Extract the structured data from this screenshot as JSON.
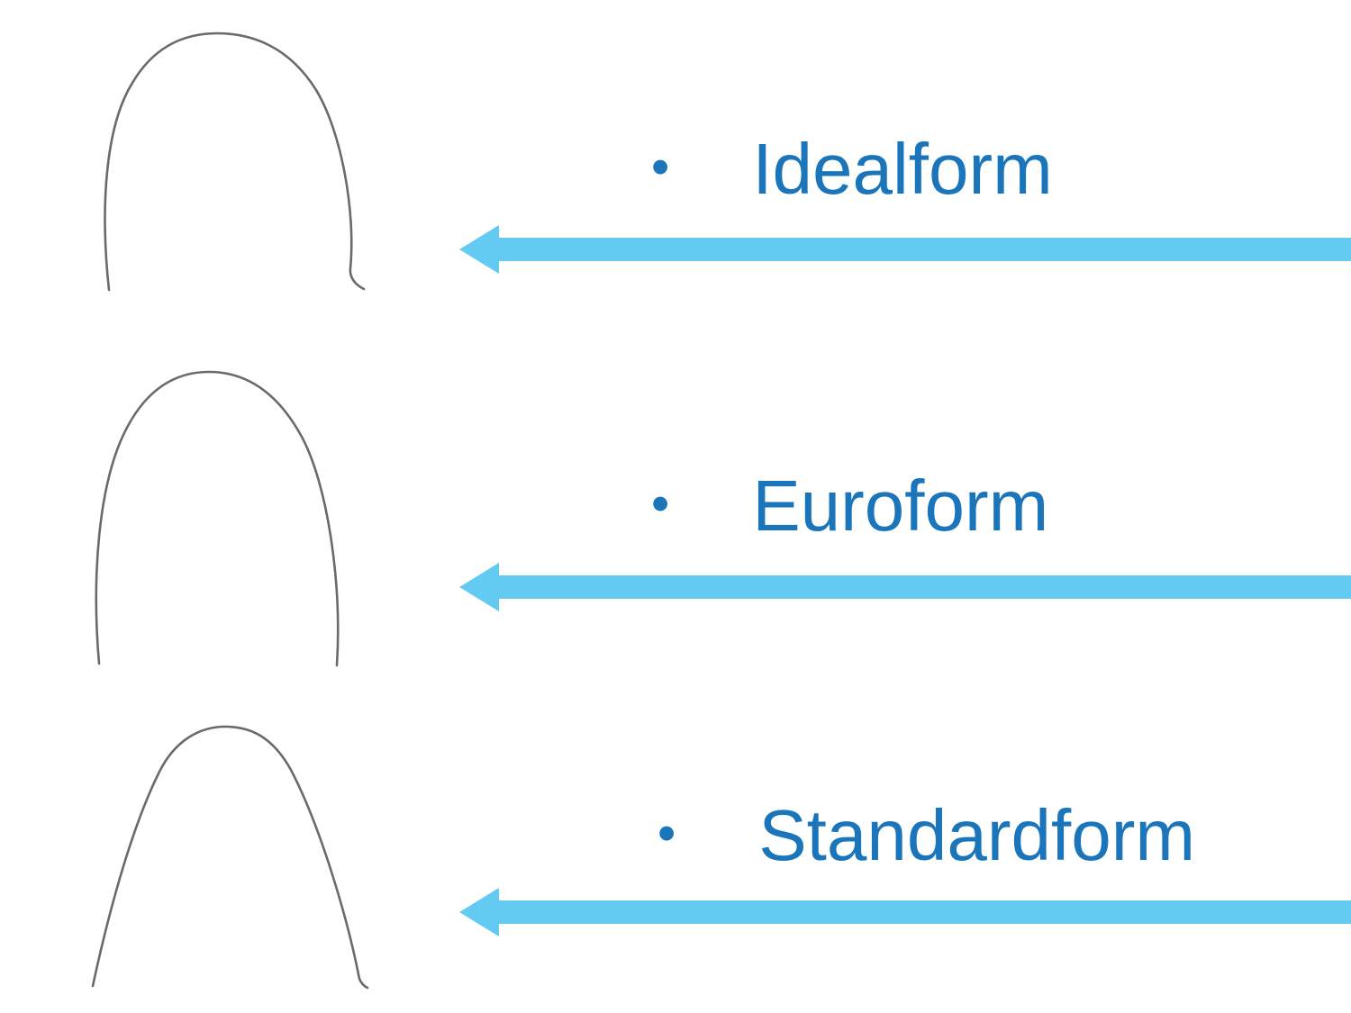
{
  "slide": {
    "items": [
      {
        "bullet": "•",
        "label": "Idealform"
      },
      {
        "bullet": "•",
        "label": "Euroform"
      },
      {
        "bullet": "•",
        "label": "Standardform"
      }
    ],
    "colors": {
      "label_text": "#1b75bb",
      "arrow_fill": "#63cbf2",
      "wire_stroke": "#6a6a6a",
      "background": "#ffffff"
    }
  }
}
